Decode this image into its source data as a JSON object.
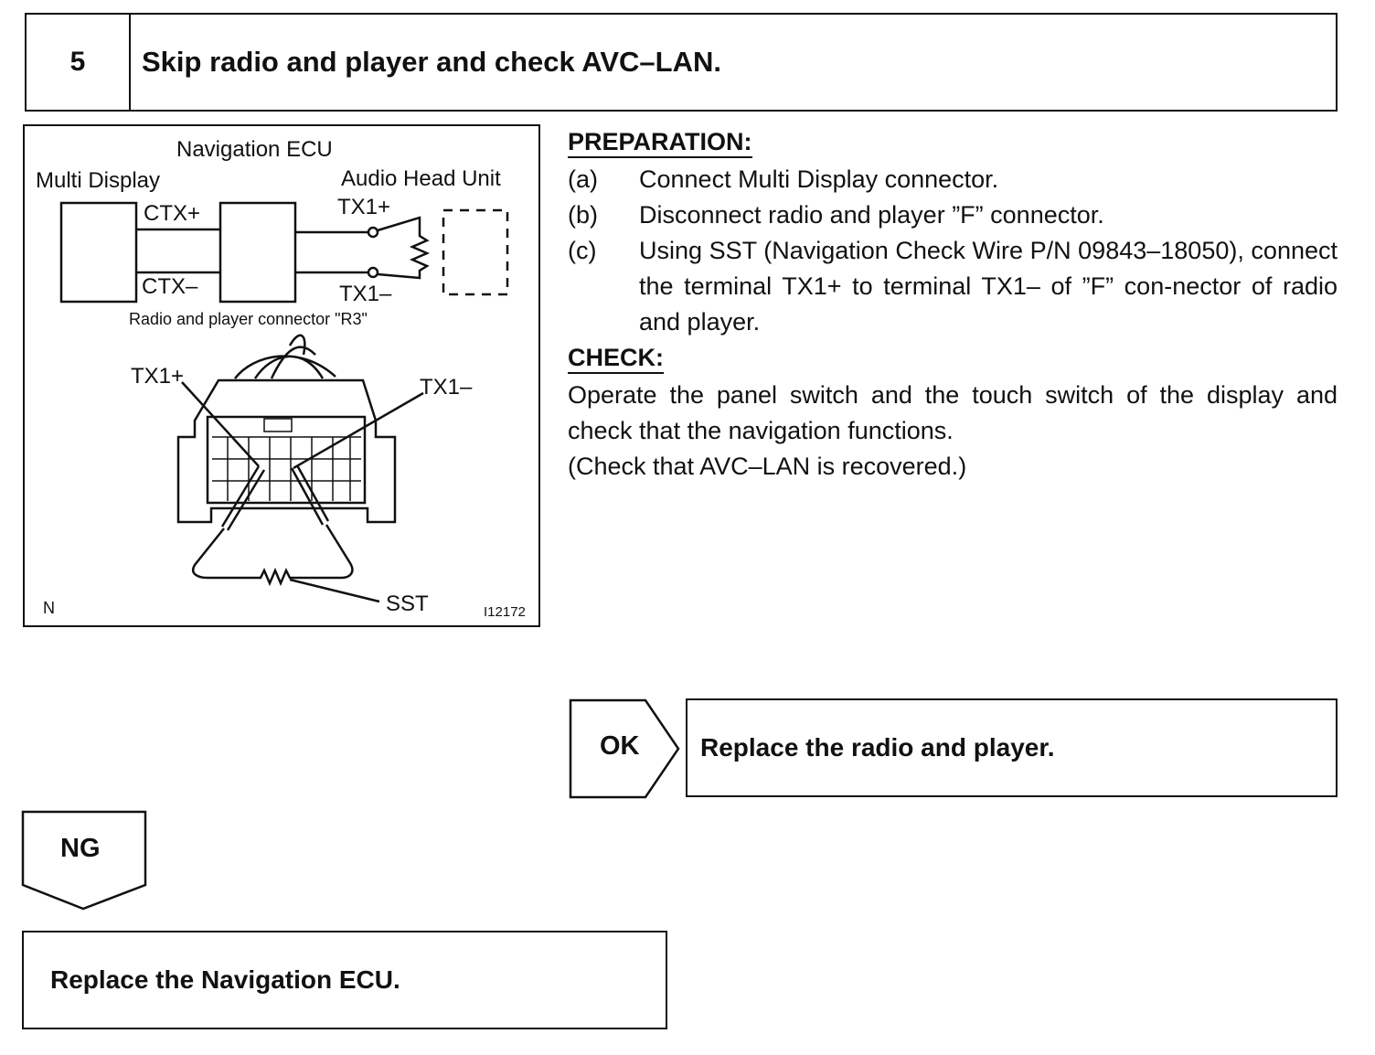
{
  "step": {
    "number": "5",
    "title": "Skip radio and player and check AVC–LAN."
  },
  "diagram": {
    "navigation_ecu_label": "Navigation ECU",
    "multi_display_label": "Multi Display",
    "audio_head_unit_label": "Audio Head Unit",
    "ctx_plus_label": "CTX+",
    "ctx_minus_label": "CTX–",
    "tx1_plus_top_label": "TX1+",
    "tx1_minus_top_label": "TX1–",
    "connector_caption": "Radio and player connector \"R3\"",
    "tx1_plus_label": "TX1+",
    "tx1_minus_label": "TX1–",
    "sst_label": "SST",
    "corner_mark": "N",
    "figure_id": "I12172"
  },
  "preparation": {
    "heading": "PREPARATION:",
    "steps": [
      {
        "letter": "(a)",
        "text": "Connect Multi Display connector."
      },
      {
        "letter": "(b)",
        "text": "Disconnect radio and player ”F” connector."
      },
      {
        "letter": "(c)",
        "text": "Using SST (Navigation Check Wire P/N 09843–18050), connect the terminal TX1+ to terminal TX1– of ”F” con-nector of radio and player."
      }
    ]
  },
  "check": {
    "heading": "CHECK:",
    "text": "Operate the panel switch and the touch switch of the display and check that the navigation functions.",
    "note": "(Check that AVC–LAN is recovered.)"
  },
  "ok_branch": {
    "label": "OK",
    "result": "Replace the radio and player."
  },
  "ng_branch": {
    "label": "NG",
    "result": "Replace the Navigation ECU."
  }
}
